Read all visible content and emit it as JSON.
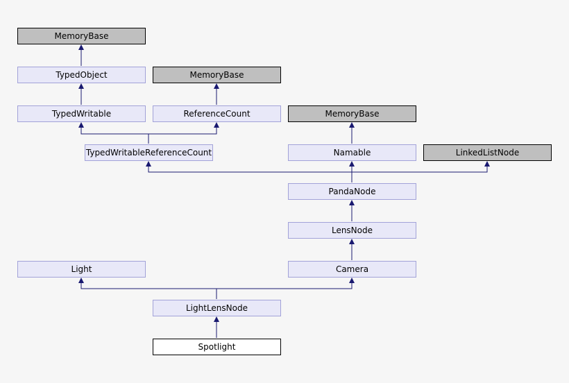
{
  "diagram": {
    "nodes": {
      "memorybase_1": "MemoryBase",
      "typedobject": "TypedObject",
      "memorybase_2": "MemoryBase",
      "typedwritable": "TypedWritable",
      "referencecount": "ReferenceCount",
      "memorybase_3": "MemoryBase",
      "typedwritablereferencecount": "TypedWritableReferenceCount",
      "namable": "Namable",
      "linkedlistnode": "LinkedListNode",
      "pandanode": "PandaNode",
      "lensnode": "LensNode",
      "light": "Light",
      "camera": "Camera",
      "lightlensnode": "LightLensNode",
      "spotlight": "Spotlight"
    },
    "edge_color": "#191970",
    "node_fill_class": "#e8e8f8",
    "node_fill_external": "#bfbfbf",
    "node_fill_current": "#ffffff"
  }
}
